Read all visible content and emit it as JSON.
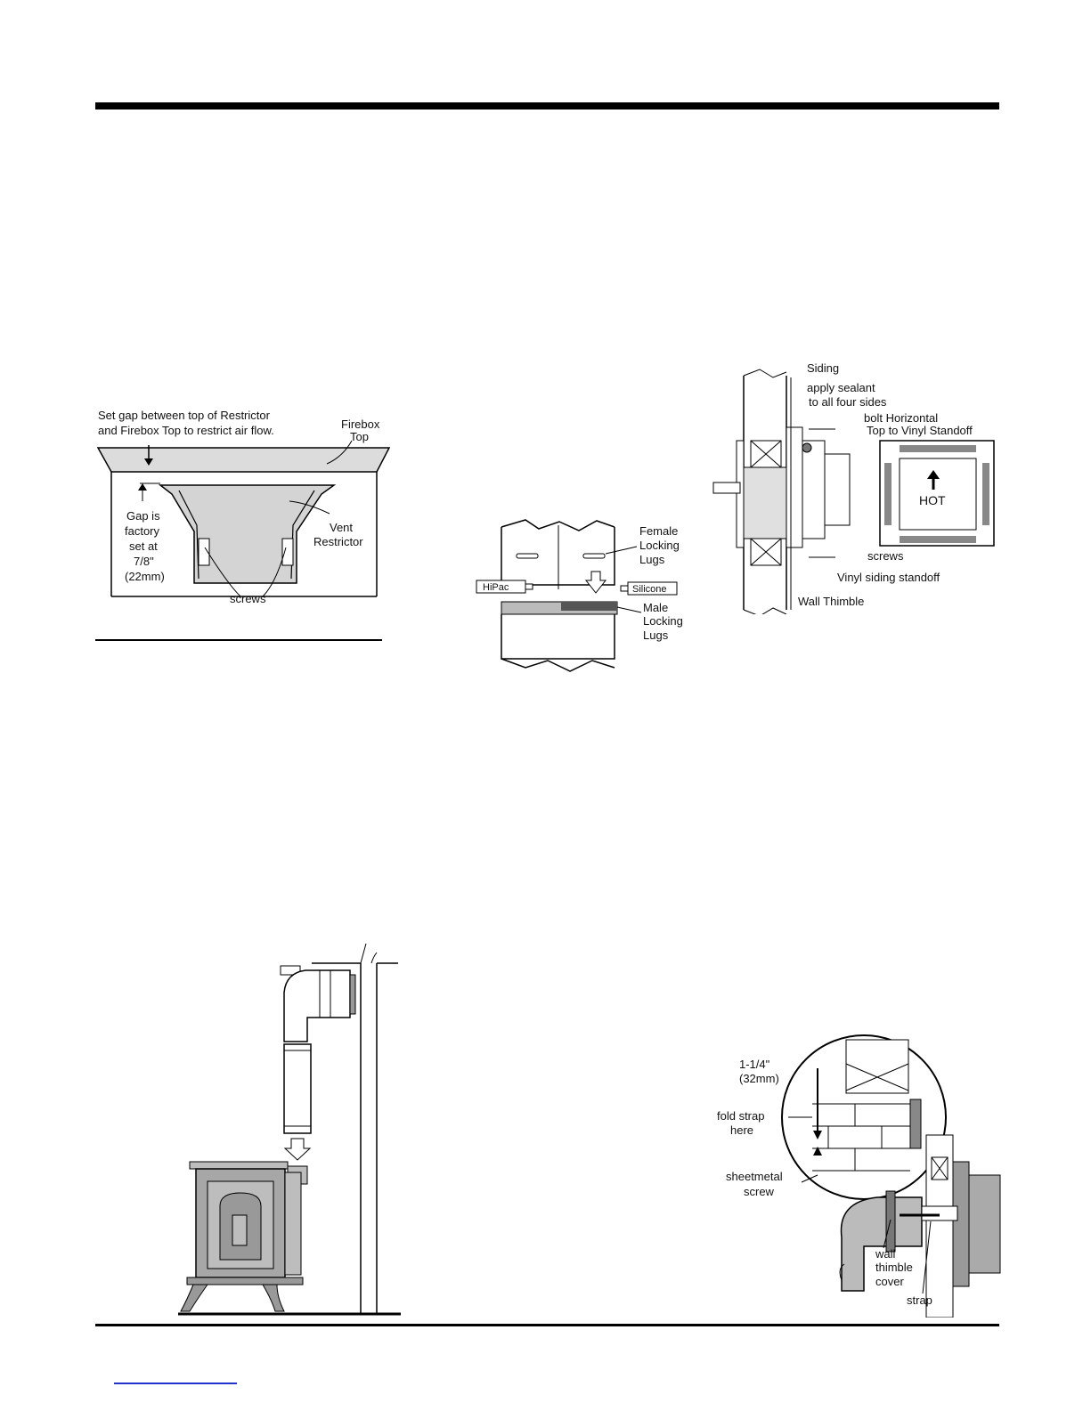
{
  "figures": {
    "restrictor": {
      "note_line1": "Set gap between top of Restrictor",
      "note_line2": "and Firebox Top to restrict air flow.",
      "firebox_line1": "Firebox",
      "firebox_line2": "Top",
      "gap_line1": "Gap is",
      "gap_line2": "factory",
      "gap_line3": "set at",
      "gap_line4": "7/8\"",
      "gap_line5": "(22mm)",
      "vent_line1": "Vent",
      "vent_line2": "Restrictor",
      "screws": "screws"
    },
    "locking_lugs": {
      "female_line1": "Female",
      "female_line2": "Locking",
      "female_line3": "Lugs",
      "male_line1": "Male",
      "male_line2": "Locking",
      "male_line3": "Lugs",
      "hipac": "HiPac",
      "silicone": "Silicone"
    },
    "wall_thimble": {
      "siding": "Siding",
      "sealant_line1": "apply sealant",
      "sealant_line2": "to all four sides",
      "bolt_line1": "bolt Horizontal",
      "bolt_line2": "Top to Vinyl Standoff",
      "hot": "HOT",
      "screws": "screws",
      "vinyl": "Vinyl siding standoff",
      "thimble": "Wall Thimble"
    },
    "thimble_cover": {
      "dim_line1": "1-1/4\"",
      "dim_line2": "(32mm)",
      "fold_line1": "fold strap",
      "fold_line2": "here",
      "screw_line1": "sheetmetal",
      "screw_line2": "screw",
      "cover_line1": "wall",
      "cover_line2": "thimble",
      "cover_line3": "cover",
      "strap": "strap"
    }
  }
}
